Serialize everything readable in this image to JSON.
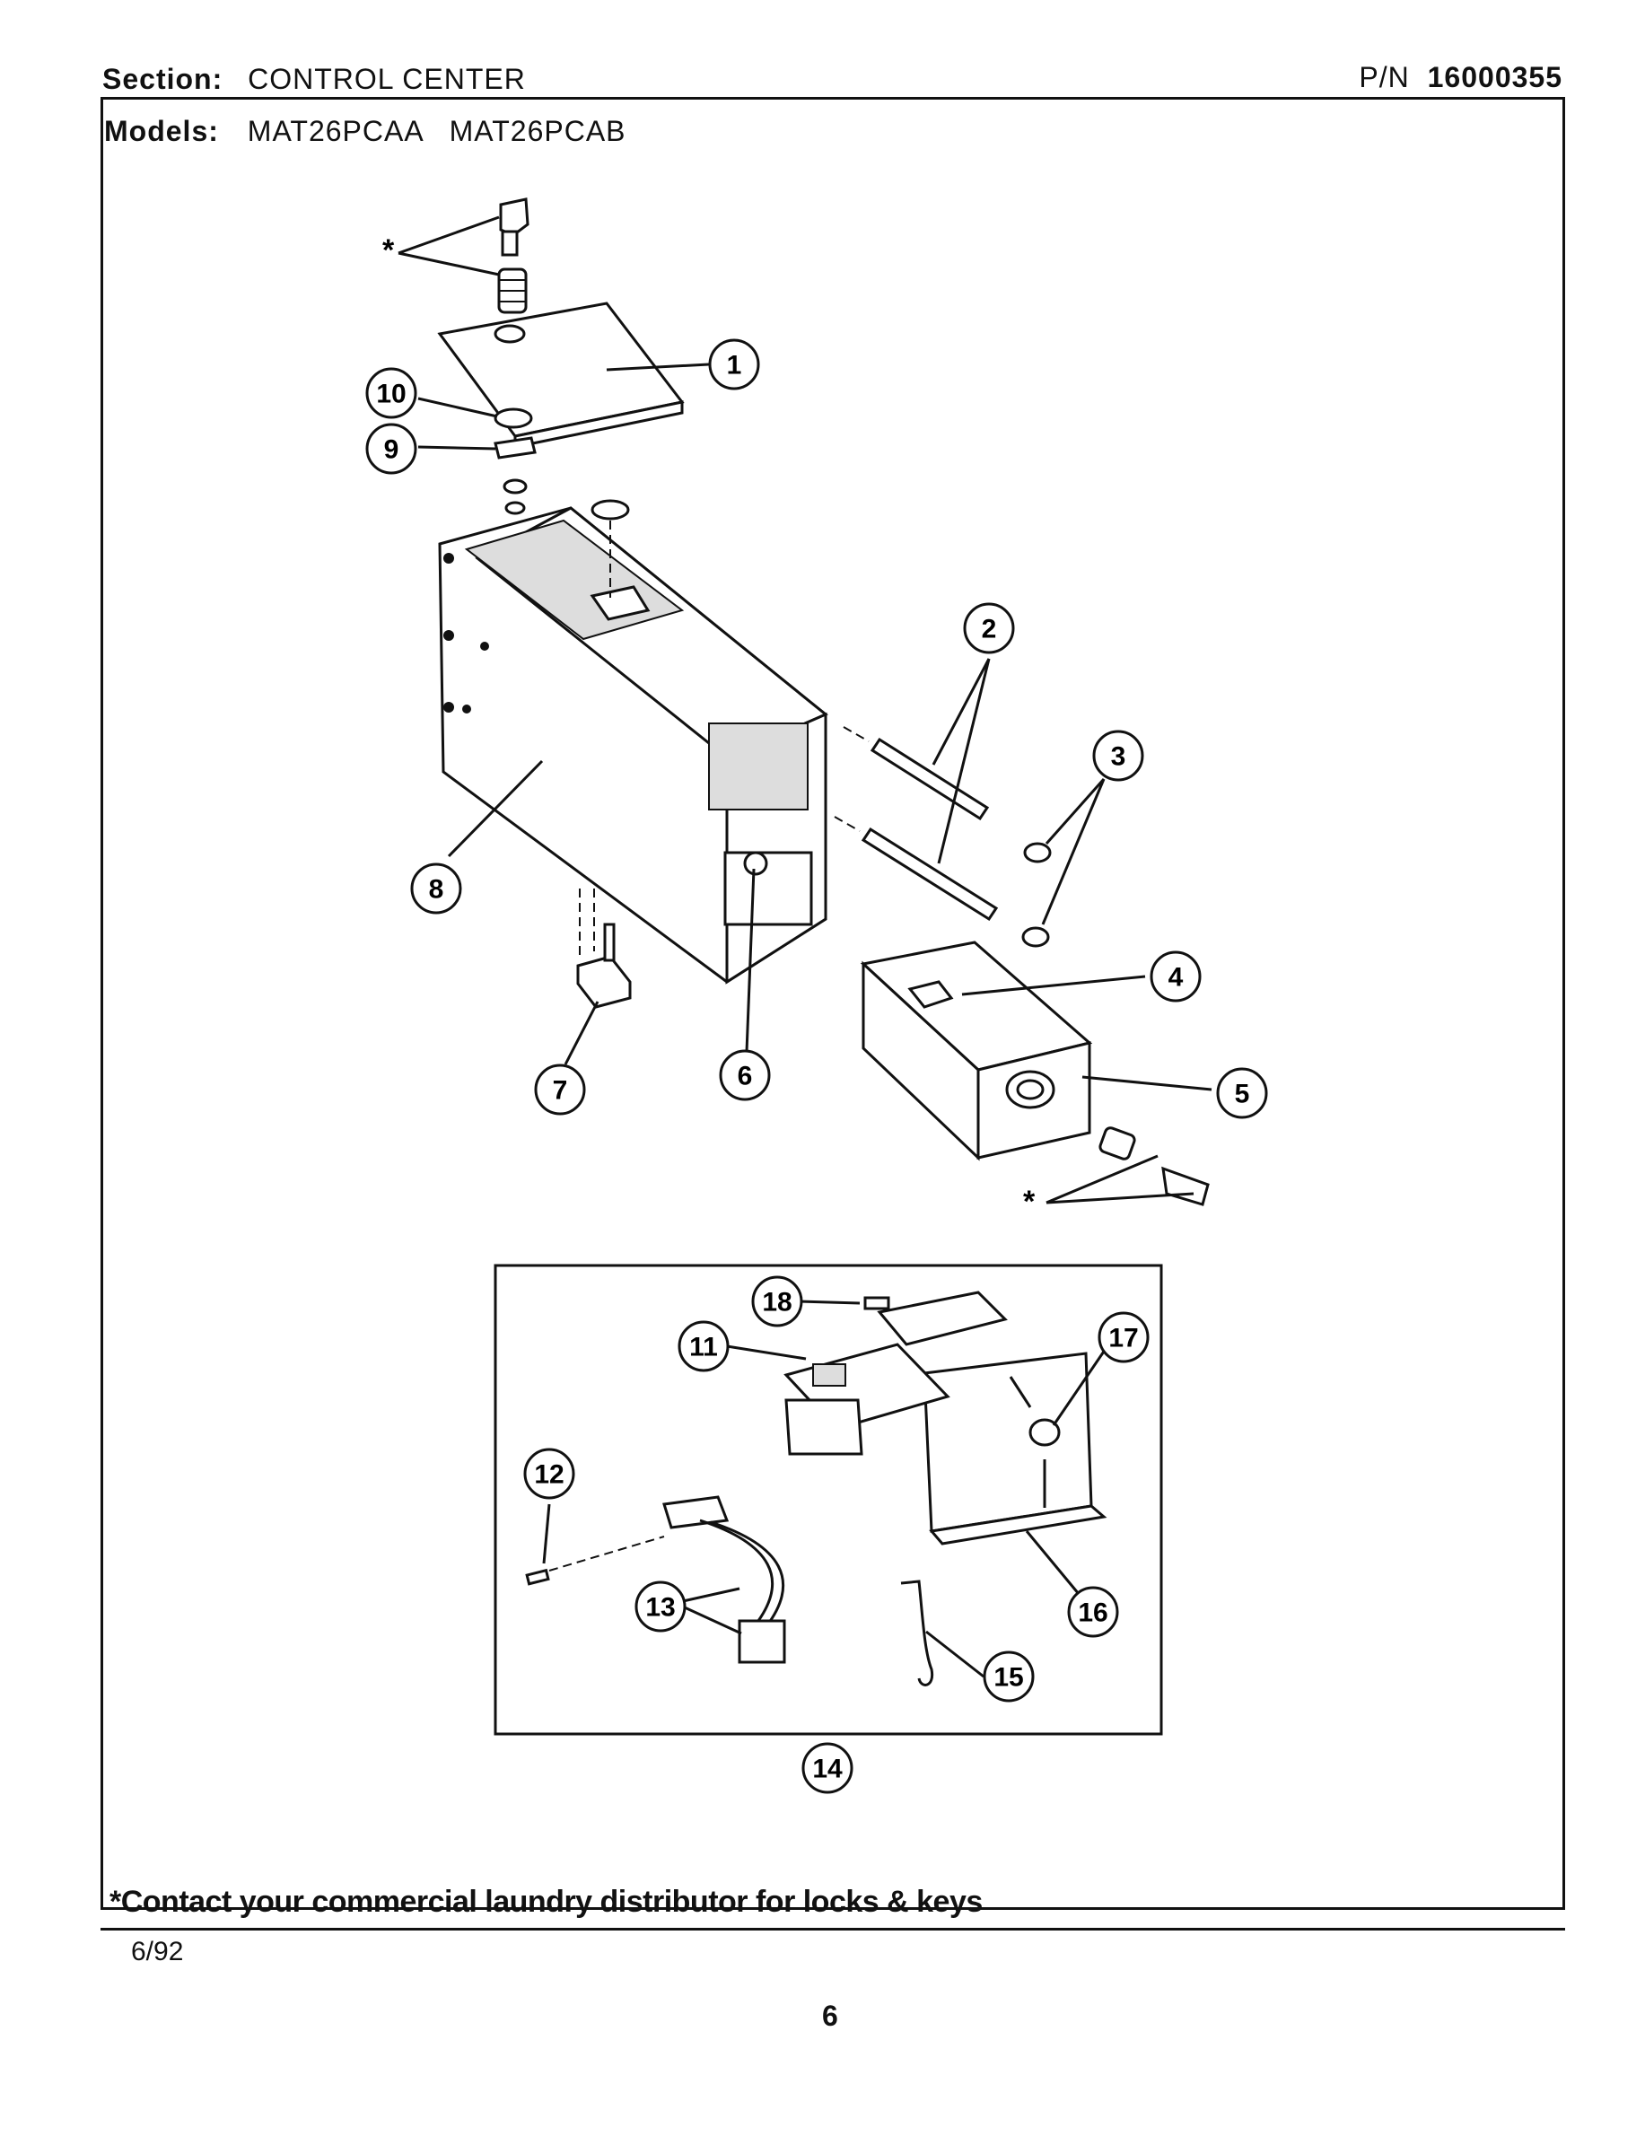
{
  "header": {
    "section_label": "Section:",
    "section_value": "CONTROL CENTER",
    "pn_label": "P/N",
    "pn_value": "16000355",
    "models_label": "Models:",
    "models_value": "MAT26PCAA   MAT26PCAB"
  },
  "callouts": [
    "1",
    "2",
    "3",
    "4",
    "5",
    "6",
    "7",
    "8",
    "9",
    "10",
    "11",
    "12",
    "13",
    "14",
    "15",
    "16",
    "17",
    "18"
  ],
  "asterisk": "*",
  "footnote": "*Contact your commercial laundry distributor for locks & keys",
  "date": "6/92",
  "page_number": "6"
}
